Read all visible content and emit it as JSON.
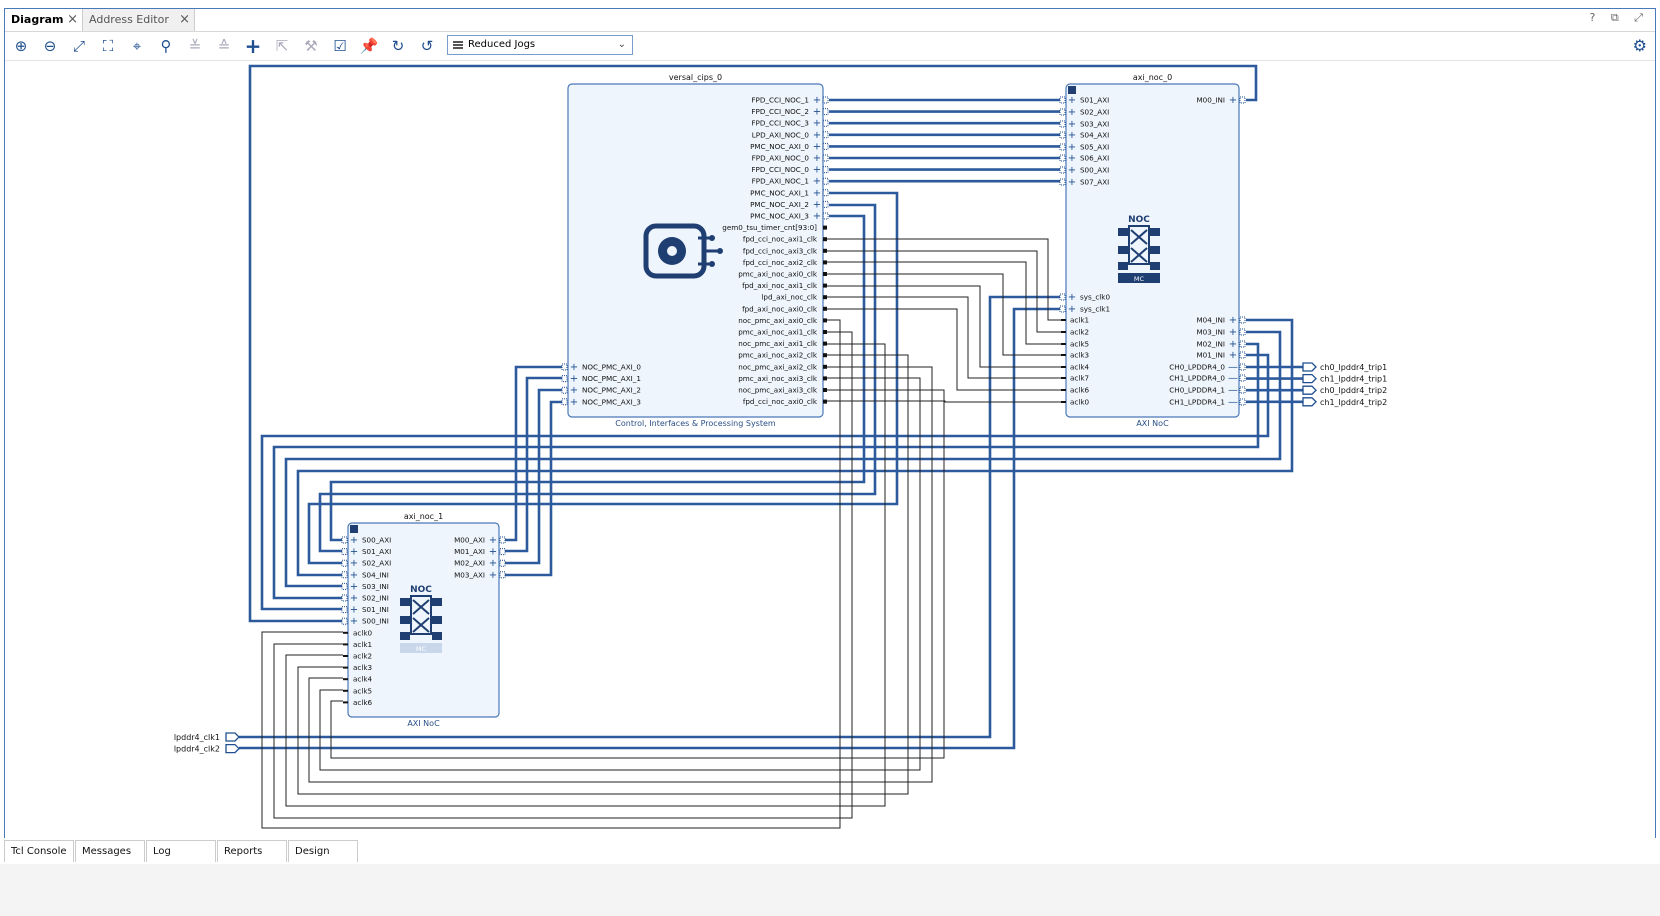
{
  "tabs": [
    {
      "label": "Diagram",
      "active": true
    },
    {
      "label": "Address Editor",
      "active": false
    }
  ],
  "window_buttons": "? ⧉ ⤢",
  "toolbar": {
    "icons": [
      "zoom-in-icon",
      "zoom-out-icon",
      "fit-view-icon",
      "fit-selection-icon",
      "autoroute-icon",
      "search-icon",
      "collapse-icon",
      "expand-icon",
      "add-ip-icon",
      "move-icon",
      "wrench-icon",
      "validate-icon",
      "pin-icon",
      "refresh-icon",
      "regenerate-icon"
    ],
    "view_select": "Reduced Jogs"
  },
  "blocks": {
    "cips": {
      "name": "versal_cips_0",
      "subtitle": "Control, Interfaces & Processing System",
      "left_ports": [
        "NOC_PMC_AXI_0",
        "NOC_PMC_AXI_1",
        "NOC_PMC_AXI_2",
        "NOC_PMC_AXI_3"
      ],
      "right_ports": [
        "FPD_CCI_NOC_1",
        "FPD_CCI_NOC_2",
        "FPD_CCI_NOC_3",
        "LPD_AXI_NOC_0",
        "PMC_NOC_AXI_0",
        "FPD_AXI_NOC_0",
        "FPD_CCI_NOC_0",
        "FPD_AXI_NOC_1",
        "PMC_NOC_AXI_1",
        "PMC_NOC_AXI_2",
        "PMC_NOC_AXI_3",
        "gem0_tsu_timer_cnt[93:0]",
        "fpd_cci_noc_axi1_clk",
        "fpd_cci_noc_axi3_clk",
        "fpd_cci_noc_axi2_clk",
        "pmc_axi_noc_axi0_clk",
        "fpd_axi_noc_axi1_clk",
        "lpd_axi_noc_clk",
        "fpd_axi_noc_axi0_clk",
        "noc_pmc_axi_axi0_clk",
        "pmc_axi_noc_axi1_clk",
        "noc_pmc_axi_axi1_clk",
        "pmc_axi_noc_axi2_clk",
        "noc_pmc_axi_axi2_clk",
        "pmc_axi_noc_axi3_clk",
        "noc_pmc_axi_axi3_clk",
        "fpd_cci_noc_axi0_clk"
      ]
    },
    "noc0": {
      "name": "axi_noc_0",
      "subtitle": "AXI NoC",
      "left_ports": [
        "S01_AXI",
        "S02_AXI",
        "S03_AXI",
        "S04_AXI",
        "S05_AXI",
        "S06_AXI",
        "S00_AXI",
        "S07_AXI",
        "sys_clk0",
        "sys_clk1",
        "aclk1",
        "aclk2",
        "aclk5",
        "aclk3",
        "aclk4",
        "aclk7",
        "aclk6",
        "aclk0"
      ],
      "right_ports": [
        "M00_INI",
        "M04_INI",
        "M03_INI",
        "M02_INI",
        "M01_INI",
        "CH0_LPDDR4_0",
        "CH1_LPDDR4_0",
        "CH0_LPDDR4_1",
        "CH1_LPDDR4_1"
      ],
      "logo": "NOC",
      "logo_sub": "MC"
    },
    "noc1": {
      "name": "axi_noc_1",
      "subtitle": "AXI NoC",
      "left_ports": [
        "S00_AXI",
        "S01_AXI",
        "S02_AXI",
        "S04_INI",
        "S03_INI",
        "S02_INI",
        "S01_INI",
        "S00_INI",
        "aclk0",
        "aclk1",
        "aclk2",
        "aclk3",
        "aclk4",
        "aclk5",
        "aclk6"
      ],
      "right_ports": [
        "M00_AXI",
        "M01_AXI",
        "M02_AXI",
        "M03_AXI"
      ],
      "logo": "NOC",
      "logo_sub": "MC"
    }
  },
  "external_ports": {
    "outputs": [
      "ch0_lpddr4_trip1",
      "ch1_lpddr4_trip1",
      "ch0_lpddr4_trip2",
      "ch1_lpddr4_trip2"
    ],
    "inputs": [
      "lpddr4_clk1",
      "lpddr4_clk2"
    ]
  },
  "bottom_tabs": [
    "Tcl Console",
    "Messages",
    "Log",
    "Reports",
    "Design Runs"
  ],
  "colors": {
    "accent": "#1f4f8f",
    "wire": "#2c5a9c",
    "block_fill": "#eef5fc",
    "block_border": "#4a78b8"
  }
}
